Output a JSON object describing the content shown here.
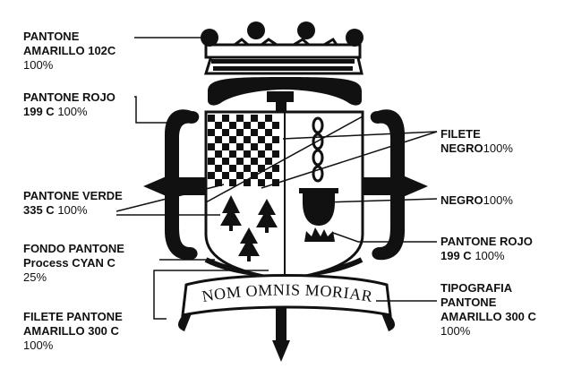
{
  "callouts": {
    "amarillo_102c": {
      "name": "PANTONE",
      "code": "AMARILLO 102C",
      "pct": "100%"
    },
    "rojo_top": {
      "name": "PANTONE ROJO",
      "code": "199 C",
      "pct": "100%"
    },
    "verde": {
      "name": "PANTONE VERDE",
      "code": "335 C",
      "pct": "100%"
    },
    "fondo": {
      "name": "FONDO PANTONE",
      "code": "Process CYAN C",
      "pct": "25%"
    },
    "filete_amarillo": {
      "name": "FILETE PANTONE",
      "code": "AMARILLO 300 C",
      "pct": "100%"
    },
    "filete_negro": {
      "name": "FILETE",
      "code": "NEGRO",
      "pct": "100%"
    },
    "negro": {
      "code": "NEGRO",
      "pct": "100%"
    },
    "rojo_right": {
      "name": "PANTONE ROJO",
      "code": "199 C",
      "pct": "100%"
    },
    "tipografia": {
      "name": "TIPOGRAFIA",
      "name2": "PANTONE",
      "code": "AMARILLO 300 C",
      "pct": "100%"
    }
  },
  "motto": "NOM OMNIS MORIAR",
  "colors": {
    "ink": "#111111",
    "paper": "#ffffff"
  },
  "icons": [
    "crown",
    "checkerboard",
    "chain",
    "cauldron",
    "flames",
    "pine-tree",
    "banner-ribbon",
    "sword"
  ]
}
